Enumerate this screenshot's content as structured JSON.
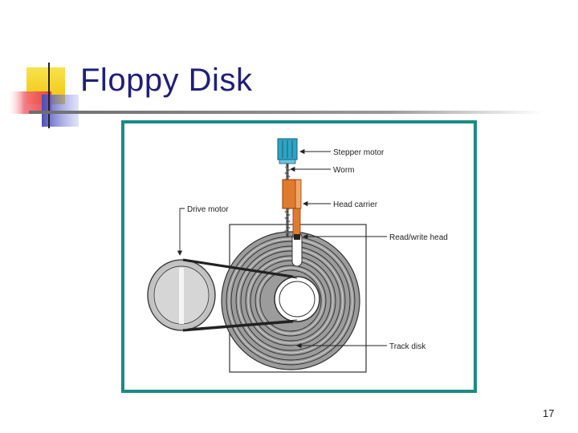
{
  "slide": {
    "title": "Floppy Disk",
    "page_number": "17"
  },
  "diagram": {
    "labels": {
      "stepper_motor": "Stepper motor",
      "worm": "Worm",
      "head_carrier": "Head carrier",
      "read_write_head": "Read/write head",
      "drive_motor": "Drive motor",
      "track_disk": "Track disk"
    },
    "colors": {
      "frame": "#1b8a86",
      "stepper_motor": "#2fa3c4",
      "head_carrier": "#e07b2e",
      "disk_fill": "#9c9c9c",
      "pulley_fill": "#d8d8d8",
      "title": "#1f1f7a",
      "accent_yellow": "#f2d20f",
      "accent_red": "#e8303f",
      "accent_blue": "#4a4fb8"
    }
  }
}
